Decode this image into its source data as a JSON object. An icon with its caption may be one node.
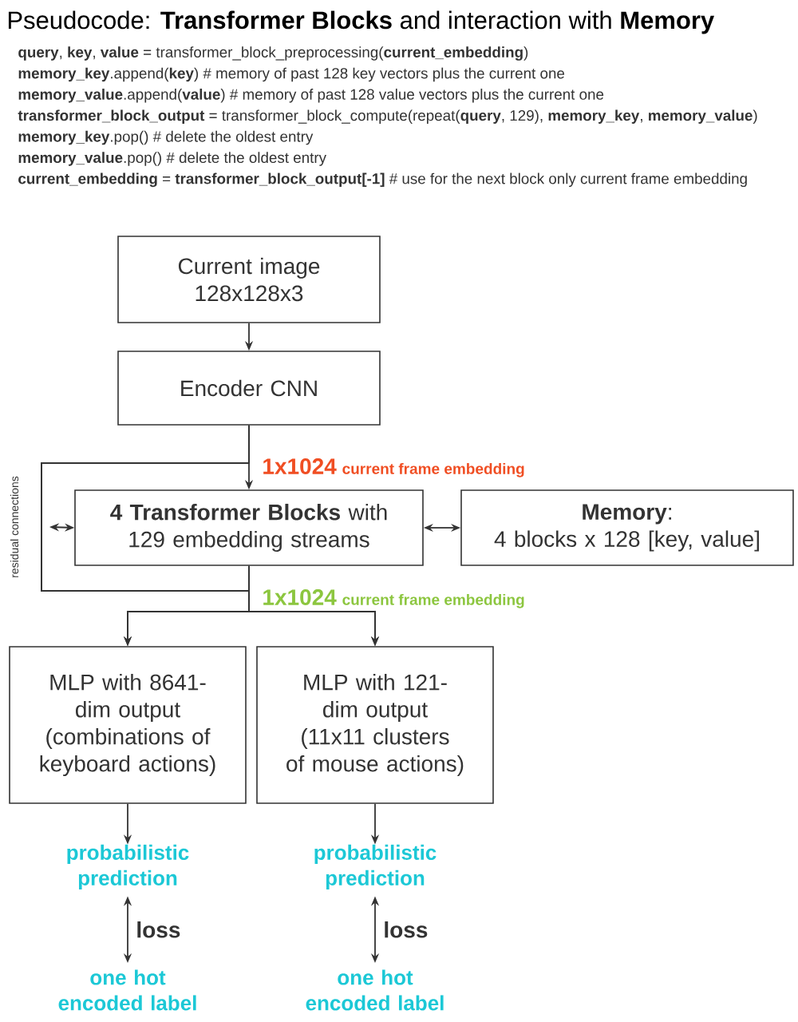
{
  "diagram": {
    "title": "Pseudocode: **Transformer Blocks** and interaction with **Memory**",
    "nodes": [
      {
        "text": [
          "Current image 128x128x3"
        ]
      },
      {
        "text": [
          "Encoder CNN"
        ]
      },
      {
        "text": [
          "**4 Transformer Blocks** with 129 embedding streams"
        ]
      },
      {
        "text": [
          "**Memory**:",
          "4 blocks x 128 [key, value]"
        ]
      },
      {
        "text": [
          "MLP with 8641-dim output (combinations of keyboard actions)"
        ]
      },
      {
        "text": [
          "MLP with 121-dim output (11x11 clusters of mouse actions)"
        ]
      },
      {
        "text": [
          "probabilistic prediction"
        ]
      },
      {
        "text": [
          "one hot encoded label"
        ]
      },
      {
        "text": [
          "probabilistic prediction"
        ]
      },
      {
        "text": [
          "one hot encoded label"
        ]
      }
    ],
    "edges": [
      {
        "from": 0,
        "to": 1,
        "arrow": "to"
      },
      {
        "from": 1,
        "to": 2,
        "arrow": "to"
      },
      {
        "from": 2,
        "to": 4,
        "arrow": "to"
      },
      {
        "from": 2,
        "to": 5,
        "arrow": "to"
      },
      {
        "from": 2,
        "to": 3,
        "arrow": "both"
      },
      {
        "from": 1,
        "to": 4,
        "arrow": "to"
      },
      {
        "from": 1,
        "to": 5,
        "arrow": "to"
      },
      {
        "from": null,
        "to": 2,
        "arrow": "both"
      },
      {
        "from": 4,
        "to": 6,
        "arrow": "to"
      },
      {
        "from": 5,
        "to": 8,
        "arrow": "to"
      },
      {
        "from": 6,
        "to": 7,
        "arrow": "both",
        "label": "loss"
      },
      {
        "from": 8,
        "to": 9,
        "arrow": "both",
        "label": "loss"
      }
    ],
    "labels": [
      "**query**, **key**, **value** = transformer_block_preprocessing(**current_embedding**)",
      "**memory_key**.append(**key**)  # memory of past 128 key vectors plus the current one",
      "**memory_value**.append(**value**)  # memory of past 128 value vectors plus the current one",
      "**transformer_block_output** = transformer_block_compute(repeat(**query**, 129), **memory_key**, **memory_value**)",
      "**memory_key**.pop()  # delete the oldest entry",
      "**memory_value**.pop()  # delete the oldest entry",
      "**current_embedding** = **transformer_block_output[-1]**  # use for the next block only current frame embedding",
      "1x1024",
      "current frame embedding",
      "residual connections",
      "1x1024",
      "current frame embedding"
    ]
  }
}
